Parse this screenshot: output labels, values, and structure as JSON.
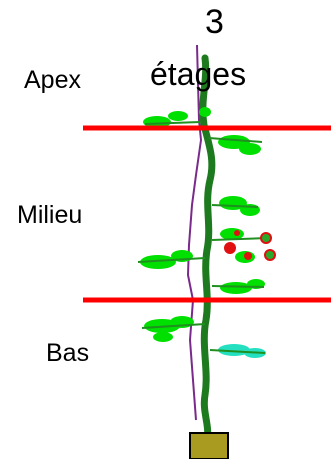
{
  "title": {
    "number": "3",
    "word": "étages"
  },
  "levels": [
    {
      "name": "Apex"
    },
    {
      "name": "Milieu"
    },
    {
      "name": "Bas"
    }
  ],
  "colors": {
    "divider": "#ff0000",
    "stem": "#1e7a1e",
    "leaf": "#00e000",
    "leaf_dark": "#1f8f1f",
    "leaf_cyan": "#25e0c0",
    "support_string": "#7a2a8a",
    "fruit": "#e01010",
    "pot": "#a89b20",
    "pot_outline": "#000000"
  }
}
